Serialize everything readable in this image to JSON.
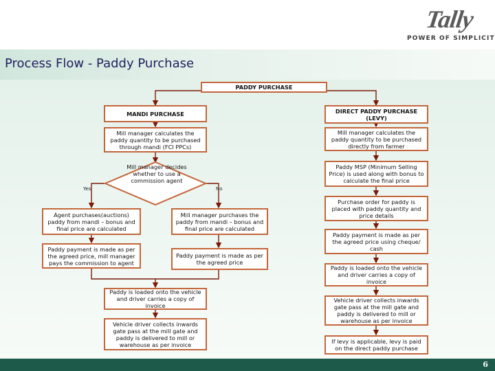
{
  "brand": {
    "logo_text": "Tally",
    "tagline": "POWER OF SIMPLICITY"
  },
  "title": "Process Flow - Paddy Purchase",
  "flow": {
    "root": "PADDY PURCHASE",
    "mandi": {
      "header": "MANDI PURCHASE",
      "calc": "Mill manager calculates the paddy quantity to be purchased through mandi (FCI PPCs)",
      "decision": "Mill manager decides whether to use a commission agent",
      "yes_label": "Yes",
      "no_label": "No",
      "agent_purchase": "Agent purchases(auctions) paddy from mandi – bonus and final price are calculated",
      "agent_payment": "Paddy payment is made as per the agreed price, mill manager pays the commission to agent",
      "self_purchase": "Mill manager purchases the paddy from mandi – bonus and final price are calculated",
      "self_payment": "Paddy payment is made as per the agreed price",
      "loaded": "Paddy is loaded onto the vehicle and driver carries a copy of invoice",
      "delivered": "Vehicle driver collects inwards gate pass at the mill gate and paddy is delivered to mill or warehouse as per invoice"
    },
    "direct": {
      "header": "DIRECT PADDY PURCHASE (LEVY)",
      "calc": "Mill manager calculates the paddy quantity to be purchased directly from farmer",
      "msp": "Paddy MSP (Minimum Selling Price) is used along with bonus to calculate the final price",
      "order": "Purchase order for paddy is placed with paddy quantity and price details",
      "payment": "Paddy payment is made as per the agreed price using cheque/ cash",
      "loaded": "Paddy is loaded onto the vehicle and driver carries a copy of invoice",
      "delivered": "Vehicle driver collects inwards gate pass at the mill gate and paddy is delivered to mill or warehouse as per invoice",
      "levy": "If levy is applicable, levy is paid on the direct paddy purchase"
    }
  },
  "footer": {
    "page_number": "6"
  },
  "colors": {
    "box_border": "#c4653a",
    "connector": "#7a1a0a",
    "footer_bar": "#1d5a4a",
    "title_text": "#1f1f5e"
  }
}
